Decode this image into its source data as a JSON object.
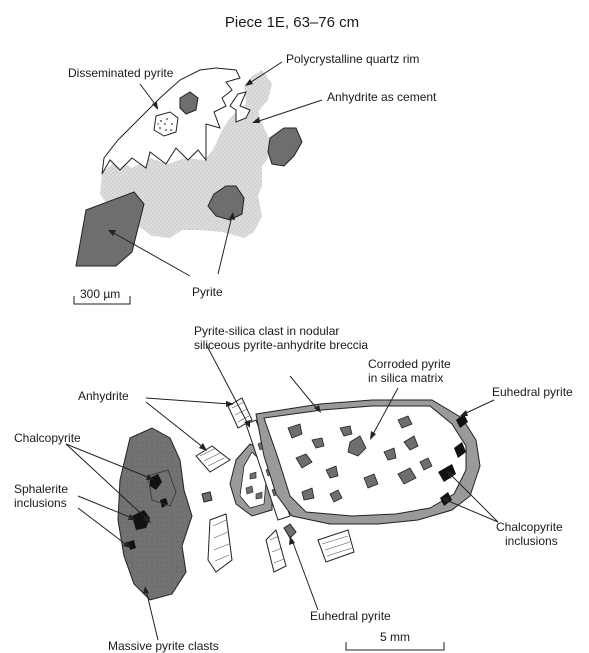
{
  "title": "Piece 1E, 63–76 cm",
  "upper": {
    "labels": {
      "disseminated_pyrite": "Disseminated pyrite",
      "polycrystalline_quartz_rim": "Polycrystalline quartz rim",
      "anhydrite_as_cement": "Anhydrite as cement",
      "pyrite": "Pyrite"
    },
    "scale_bar": "300 µm"
  },
  "lower": {
    "labels": {
      "clast_line1": "Pyrite-silica clast in nodular",
      "clast_line2": "siliceous pyrite-anhydrite breccia",
      "corroded_line1": "Corroded pyrite",
      "corroded_line2": "in silica matrix",
      "anhydrite": "Anhydrite",
      "euhedral_pyrite_right": "Euhedral pyrite",
      "chalcopyrite": "Chalcopyrite",
      "sphalerite_line1": "Sphalerite",
      "sphalerite_line2": "inclusions",
      "chalco_incl_line1": "Chalcopyrite",
      "chalco_incl_line2": "inclusions",
      "euhedral_pyrite_bottom": "Euhedral pyrite",
      "massive_pyrite_clasts": "Massive pyrite clasts"
    },
    "scale_bar": "5 mm"
  },
  "colors": {
    "pyrite": "#6e6e6e",
    "quartz": "#d6d6d6",
    "massive_pyrite": "#767676",
    "silica_clast": "#ffffff",
    "rim": "#9a9a9a",
    "chalcopyrite": "#111111"
  }
}
